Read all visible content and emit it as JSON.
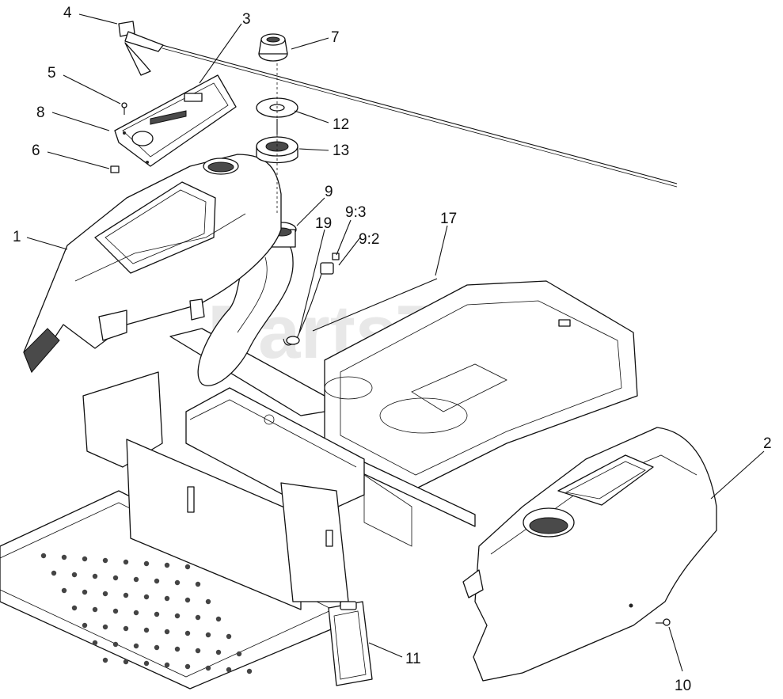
{
  "watermark": "PartsTree",
  "callouts": {
    "c1": "1",
    "c2": "2",
    "c3": "3",
    "c4": "4",
    "c5": "5",
    "c6": "6",
    "c7": "7",
    "c8": "8",
    "c9": "9",
    "c9_3": "9:3",
    "c9_2": "9:2",
    "c10": "10",
    "c11": "11",
    "c12": "12",
    "c13": "13",
    "c17": "17",
    "c19": "19"
  }
}
